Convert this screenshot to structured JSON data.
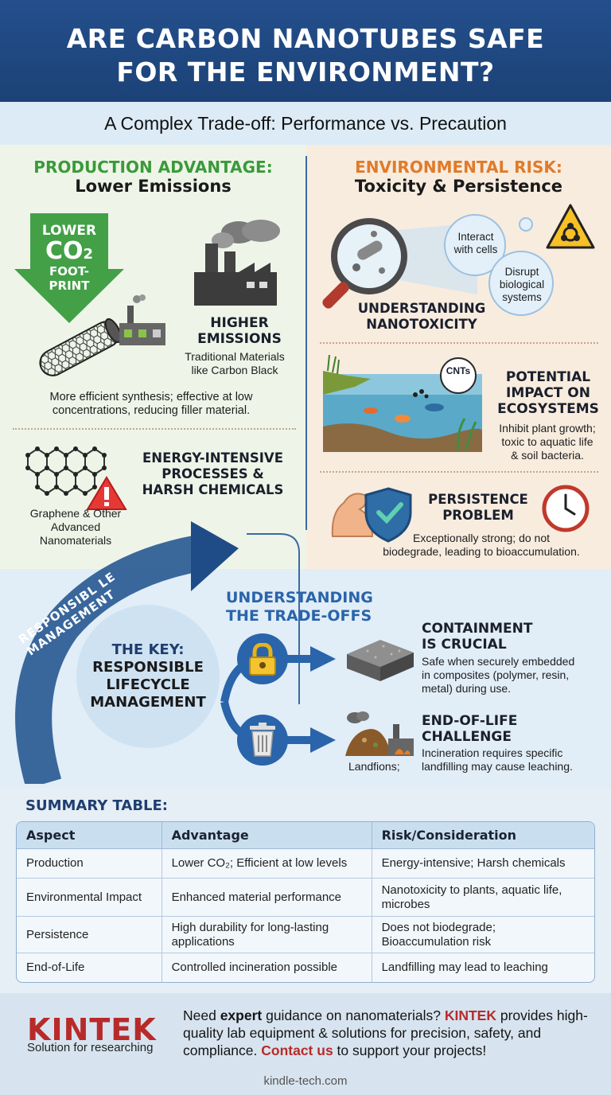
{
  "header": {
    "title_line1": "ARE CARBON NANOTUBES SAFE",
    "title_line2": "FOR THE ENVIRONMENT?",
    "subtitle": "A Complex Trade-off: Performance vs. Precaution"
  },
  "production": {
    "title": "PRODUCTION ADVANTAGE:",
    "subtitle": "Lower Emissions",
    "arrow_text_1": "LOWER",
    "arrow_text_2": "CO",
    "arrow_text_2_sub": "2",
    "arrow_text_3": "FOOT-",
    "arrow_text_4": "PRINT",
    "higher_1": "HIGHER",
    "higher_2": "EMISSIONS",
    "traditional_1": "Traditional Materials",
    "traditional_2": "like Carbon Black",
    "efficient_1": "More efficient synthesis; effective at low",
    "efficient_2": "concentrations, reducing filler material.",
    "energy_1": "ENERGY-INTENSIVE",
    "energy_2": "PROCESSES &",
    "energy_3": "HARSH CHEMICALS",
    "graphene_1": "Graphene & Other",
    "graphene_2": "Advanced",
    "graphene_3": "Nanomaterials",
    "colors": {
      "title": "#3a9a3a",
      "arrow": "#43a047"
    }
  },
  "risk": {
    "title": "ENVIRONMENTAL RISK:",
    "subtitle": "Toxicity & Persistence",
    "bubble1_1": "Interact",
    "bubble1_2": "with cells",
    "bubble2_1": "Disrupt",
    "bubble2_2": "biological",
    "bubble2_3": "systems",
    "nano_1": "UNDERSTANDING",
    "nano_2": "NANOTOXICITY",
    "cnts_label": "CNTs",
    "impact_1": "POTENTIAL",
    "impact_2": "IMPACT ON",
    "impact_3": "ECOSYSTEMS",
    "impact_desc_1": "Inhibit plant growth;",
    "impact_desc_2": "toxic to aquatic life",
    "impact_desc_3": "& soil bacteria.",
    "persist_1": "PERSISTENCE",
    "persist_2": "PROBLEM",
    "persist_desc_1": "Exceptionally strong; do not",
    "persist_desc_2": "biodegrade, leading to bioaccumulation.",
    "colors": {
      "title": "#e07b2a"
    }
  },
  "middle": {
    "curve_text": "RESPONSIBL LE MANAGEMENT",
    "trade_1": "UNDERSTANDING",
    "trade_2": "THE TRADE-OFFS",
    "key_1": "THE KEY:",
    "key_2": "RESPONSIBLE",
    "key_3": "LIFECYCLE",
    "key_4": "MANAGEMENT",
    "contain_1": "CONTAINMENT",
    "contain_2": "IS CRUCIAL",
    "contain_desc_1": "Safe when securely embedded",
    "contain_desc_2": "in composites (polymer, resin,",
    "contain_desc_3": "metal) during use.",
    "eol_1": "END-OF-LIFE",
    "eol_2": "CHALLENGE",
    "eol_desc_1": "Incineration requires specific",
    "eol_desc_2": "landfilling may cause leaching.",
    "landfill_label": "Landfions;",
    "colors": {
      "heading": "#2a64aa",
      "dark": "#1f3e70"
    }
  },
  "summary": {
    "title": "SUMMARY TABLE:",
    "headers": [
      "Aspect",
      "Advantage",
      "Risk/Consideration"
    ],
    "rows": [
      {
        "aspect": "Production",
        "advantage": "Lower CO₂; Efficient at low levels",
        "risk_1": "Energy-intensive; Harsh chemicals",
        "risk_2": ""
      },
      {
        "aspect": "Environmental Impact",
        "advantage": "Enhanced material performance",
        "risk_1": "Nanotoxicity to plants, aquatic life,",
        "risk_2": "microbes"
      },
      {
        "aspect": "Persistence",
        "advantage": "High durability for long-lasting applications",
        "risk_1": "Does not biodegrade;",
        "risk_2": "Bioaccumulation risk"
      },
      {
        "aspect": "End-of-Life",
        "advantage": "Controlled incineration possible",
        "risk_1": "Landfilling may lead to leaching",
        "risk_2": ""
      }
    ]
  },
  "footer": {
    "logo": "KINTEK",
    "logo_sub": "Solution for researching",
    "cta_1": "Need ",
    "cta_2": "expert",
    "cta_3": " guidance on nanomaterials? ",
    "cta_4": "KINTEK",
    "cta_5": " provides high-quality lab equipment & solutions for precision, safety, and compliance. ",
    "cta_6": "Contact us",
    "cta_7": " to support your projects!",
    "site": "kindle-tech.com"
  }
}
